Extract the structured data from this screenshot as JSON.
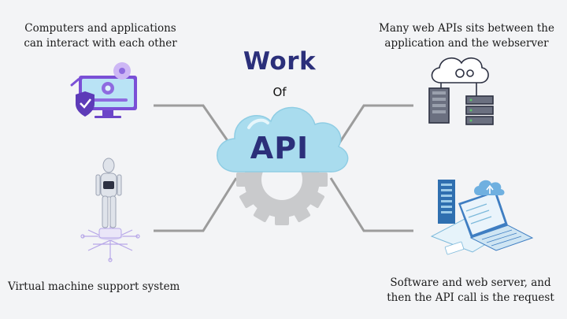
{
  "title": {
    "work": "Work",
    "of": "Of",
    "api": "API"
  },
  "captions": {
    "top_left": "Computers and applications can interact with each other",
    "top_right": "Many web APIs sits between the application and the webserver",
    "bottom_left": "Virtual machine support system",
    "bottom_right": "Software and web server, and then the API call is the request"
  },
  "colors": {
    "background": "#f3f4f6",
    "title": "#2b2f7a",
    "cloud": "#a9dcee",
    "gear": "#c9cacc",
    "connector": "#9c9c9c"
  },
  "icons": {
    "top_left": "computer-shield-gear-icon",
    "top_right": "cloud-server-rack-icon",
    "bottom_left": "robot-circuit-icon",
    "bottom_right": "laptop-cloud-server-icon"
  }
}
